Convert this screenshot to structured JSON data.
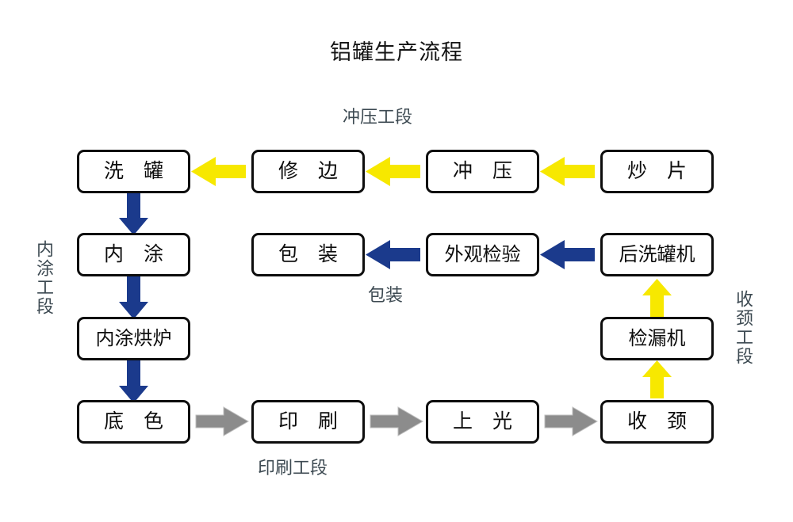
{
  "title": "铝罐生产流程",
  "colors": {
    "yellow_arrow": "#F7E800",
    "blue_arrow": "#1B3A8C",
    "gray_arrow": "#8C8C8C",
    "box_border": "#0D0D0D",
    "label_text": "#3D4A52",
    "background": "#FFFFFF"
  },
  "section_labels": {
    "stamping": "冲压工段",
    "inner_coating": "内涂工段",
    "printing": "印刷工段",
    "packaging": "包装",
    "necking": "收颈工段"
  },
  "nodes": {
    "wash_can": "洗 罐",
    "trim": "修 边",
    "stamp": "冲 压",
    "cup_blank": "炒 片",
    "inner_coat": "内 涂",
    "packaging": "包 装",
    "appearance_inspect": "外观检验",
    "post_washer": "后洗罐机",
    "inner_coat_oven": "内涂烘炉",
    "leak_detector": "检漏机",
    "base_color": "底 色",
    "printing": "印 刷",
    "varnish": "上 光",
    "necking": "收 颈"
  },
  "flow": {
    "row1": [
      "炒 片",
      "冲 压",
      "修 边",
      "洗 罐"
    ],
    "row2": [
      "后洗罐机",
      "外观检验",
      "包 装"
    ],
    "row3": [
      "内涂烘炉",
      "检漏机"
    ],
    "row4": [
      "底 色",
      "印 刷",
      "上 光",
      "收 颈"
    ],
    "arrows": [
      {
        "name": "arrow-chaopian-to-chongya",
        "color": "#F7E800",
        "direction": "left"
      },
      {
        "name": "arrow-chongya-to-xiubian",
        "color": "#F7E800",
        "direction": "left"
      },
      {
        "name": "arrow-xiubian-to-xiguan",
        "color": "#F7E800",
        "direction": "left"
      },
      {
        "name": "arrow-xiguan-to-neitu",
        "color": "#1B3A8C",
        "direction": "down"
      },
      {
        "name": "arrow-neitu-to-neituhonglu",
        "color": "#1B3A8C",
        "direction": "down"
      },
      {
        "name": "arrow-neituhonglu-to-dise",
        "color": "#1B3A8C",
        "direction": "down"
      },
      {
        "name": "arrow-dise-to-yinshua",
        "color": "#8C8C8C",
        "direction": "right"
      },
      {
        "name": "arrow-yinshua-to-shangguang",
        "color": "#8C8C8C",
        "direction": "right"
      },
      {
        "name": "arrow-shangguang-to-shoujing",
        "color": "#8C8C8C",
        "direction": "right"
      },
      {
        "name": "arrow-shoujing-to-jianloujii",
        "color": "#F7E800",
        "direction": "up"
      },
      {
        "name": "arrow-jianlouji-to-houxiguanji",
        "color": "#F7E800",
        "direction": "up"
      },
      {
        "name": "arrow-houxiguanji-to-waiguanjianyan",
        "color": "#1B3A8C",
        "direction": "left"
      },
      {
        "name": "arrow-waiguanjianyan-to-baozhuang",
        "color": "#1B3A8C",
        "direction": "left"
      }
    ]
  }
}
